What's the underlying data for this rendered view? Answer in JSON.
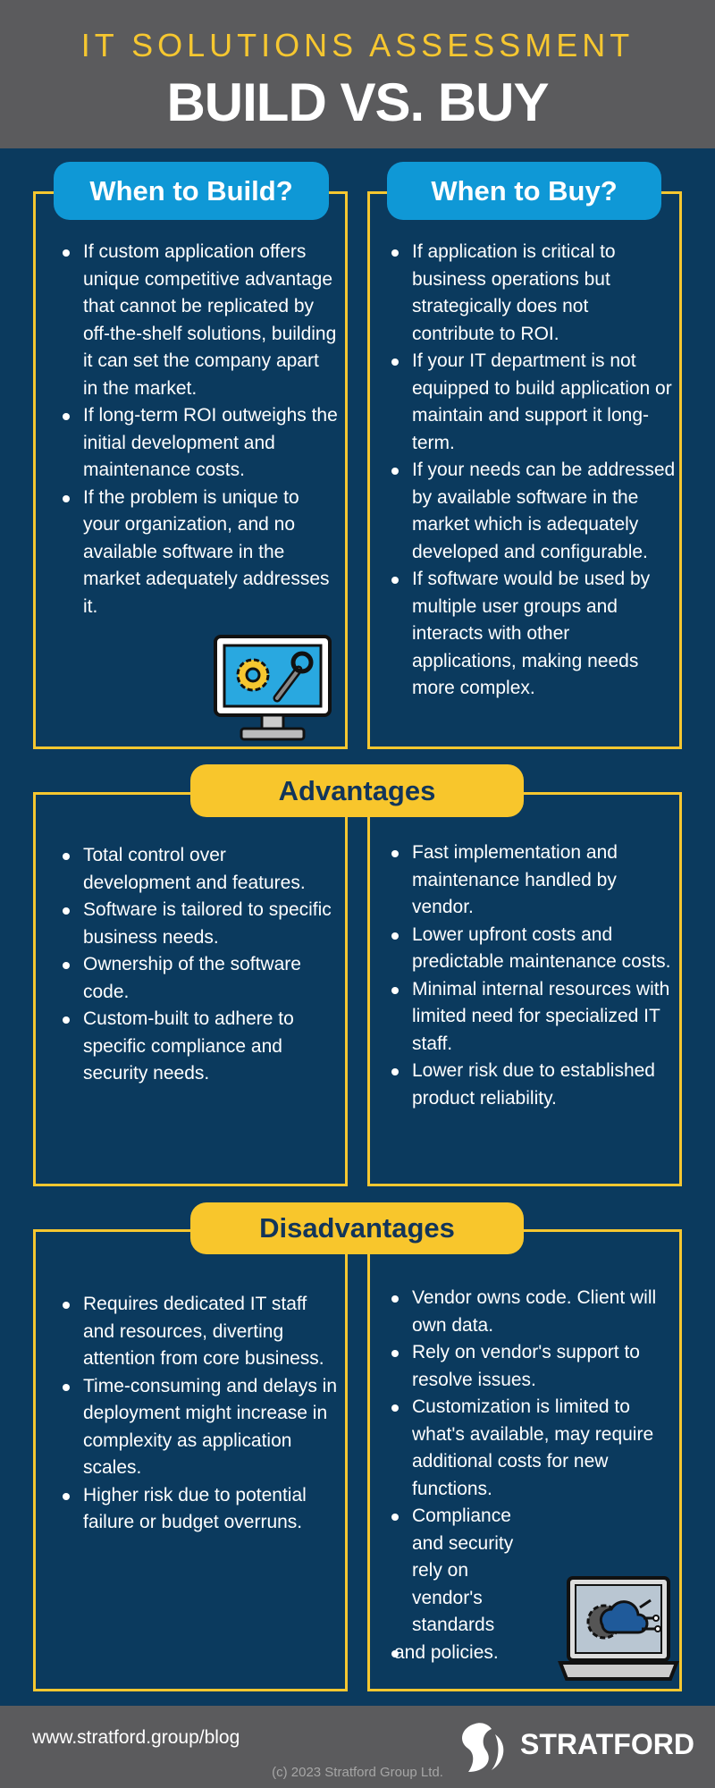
{
  "header": {
    "subtitle": "IT SOLUTIONS ASSESSMENT",
    "title": "BUILD VS. BUY"
  },
  "when": {
    "build_label": "When to Build?",
    "buy_label": "When to Buy?",
    "build": [
      "If custom application offers unique competitive advantage that cannot be replicated by off-the-shelf solutions, building it can set the company apart in the market.",
      "If long-term ROI outweighs the initial development and maintenance costs.",
      "If the problem is unique to your organization, and no available software in the market adequately addresses it."
    ],
    "buy": [
      "If application is critical to business operations but strategically does not contribute to ROI.",
      "If your IT department is not equipped to build application or maintain and support it long-term.",
      "If your needs can be addressed by  available software in the market which is adequately developed and configurable.",
      "If software would be used by multiple user groups and interacts with other applications, making needs more complex."
    ]
  },
  "advantages": {
    "label": "Advantages",
    "build": [
      "Total control over development and features.",
      "Software is tailored to specific business needs.",
      "Ownership of the software code.",
      "Custom-built to adhere to specific compliance and security needs."
    ],
    "buy": [
      "Fast implementation and maintenance handled by vendor.",
      "Lower upfront costs and predictable maintenance costs.",
      "Minimal internal resources with limited need for specialized IT staff.",
      "Lower risk due to established product reliability."
    ]
  },
  "disadvantages": {
    "label": "Disadvantages",
    "build": [
      "Requires dedicated IT staff and resources, diverting attention from core business.",
      "Time-consuming and delays in deployment might increase in complexity as application scales.",
      "Higher risk due to potential failure or budget overruns."
    ],
    "buy": [
      "Vendor owns code. Client will own data.",
      "Rely on vendor's support to resolve issues.",
      "Customization is limited to what's available, may require additional costs for new functions.",
      "Compliance and security rely on vendor's standards",
      "and policies."
    ]
  },
  "footer": {
    "url": "www.stratford.group/blog",
    "brand": "STRATFORD",
    "copyright": "(c) 2023 Stratford Group Ltd."
  },
  "colors": {
    "navy": "#0b3a5e",
    "gray": "#5b5b5d",
    "yellow": "#f6c730",
    "blue": "#0f98d6"
  }
}
